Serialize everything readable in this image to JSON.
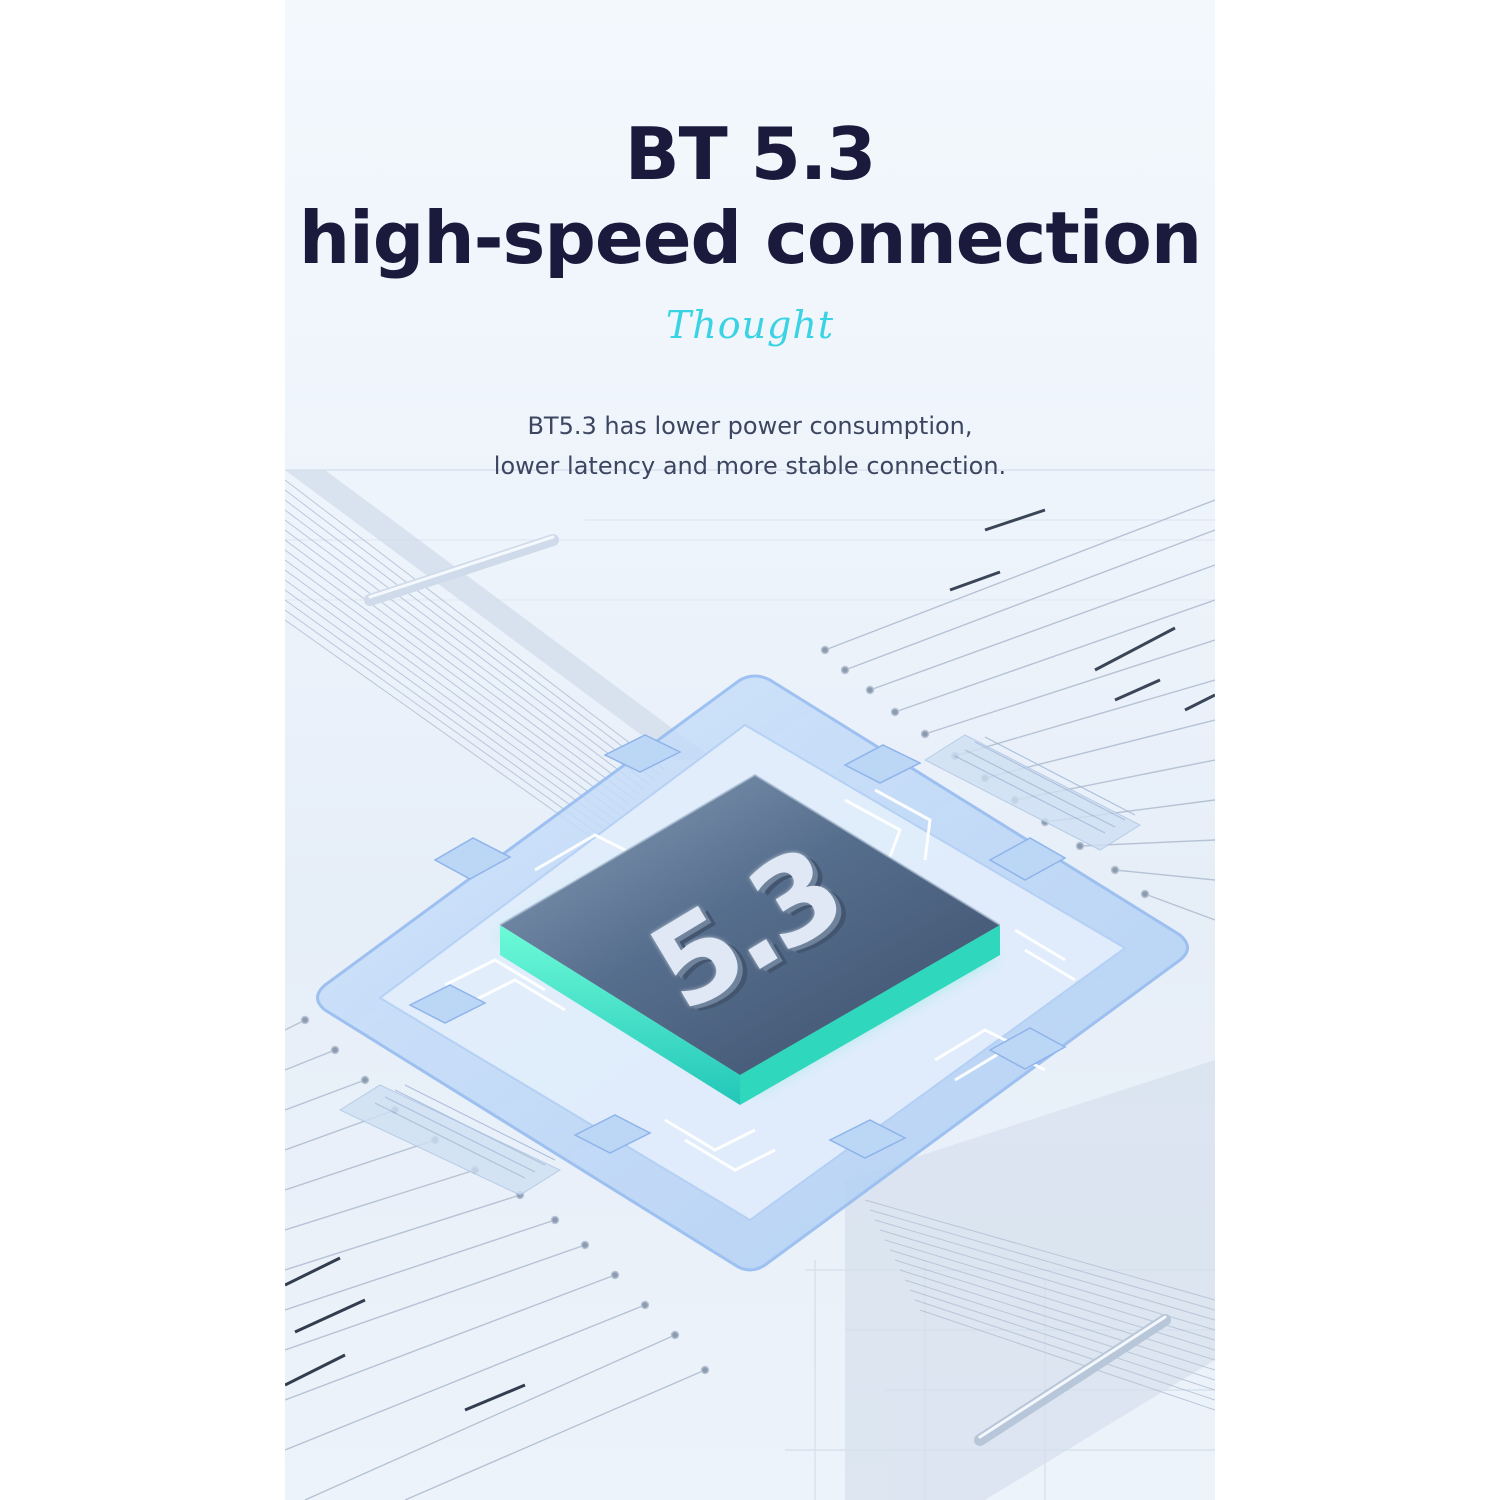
{
  "headline": {
    "line1": "BT 5.3",
    "line2": "high-speed connection"
  },
  "signature": "Thought",
  "description": {
    "line1": "BT5.3 has lower power consumption,",
    "line2": "lower latency and more stable connection."
  },
  "chip": {
    "label": "5.3",
    "glow_color": "#2ee6b4",
    "chip_color": "#4f6685"
  },
  "colors": {
    "headline": "#1b1a3d",
    "signature": "#39d3e4",
    "body_text": "#3d4660",
    "frame": "#a9c9f2"
  }
}
